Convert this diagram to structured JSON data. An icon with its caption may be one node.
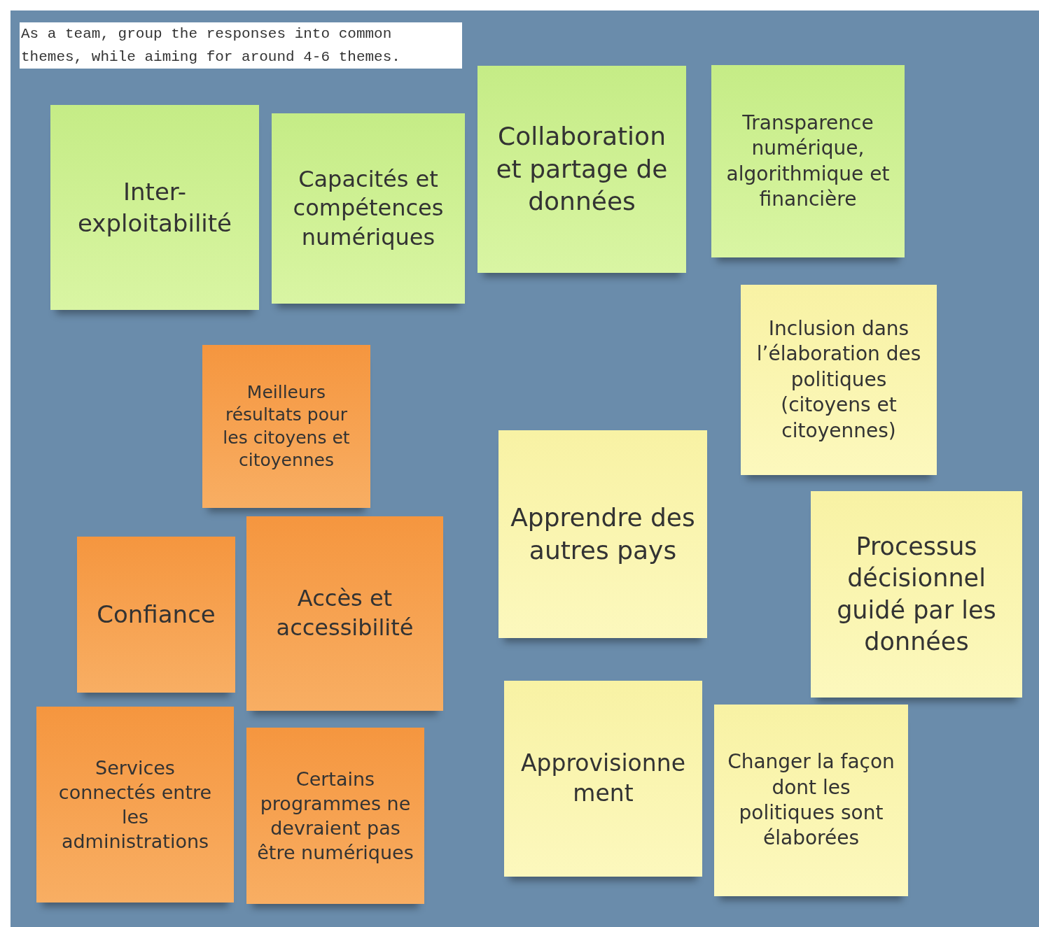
{
  "diagram": {
    "nodes": [
      {
        "text": [
          "As a team, group the responses into common themes, while aiming for around 4-6 themes."
        ]
      },
      {
        "text": [
          "Inter-exploitabilité"
        ]
      },
      {
        "text": [
          "Capacités et compétences numériques"
        ]
      },
      {
        "text": [
          "Collaboration et partage de données"
        ]
      },
      {
        "text": [
          "Transparence numérique, algorithmique et financière"
        ]
      },
      {
        "text": [
          "Inclusion dans l’élaboration des politiques (citoyens et citoyennes)"
        ]
      },
      {
        "text": [
          "Meilleurs résultats pour les citoyens et citoyennes"
        ]
      },
      {
        "text": [
          "Apprendre des autres pays"
        ]
      },
      {
        "text": [
          "Processus décisionnel guidé par les données"
        ]
      },
      {
        "text": [
          "Confiance"
        ]
      },
      {
        "text": [
          "Accès et accessibilité"
        ]
      },
      {
        "text": [
          "Services connectés entre les administrations"
        ]
      },
      {
        "text": [
          "Certains programmes ne devraient pas être numériques"
        ]
      },
      {
        "text": [
          "Approvisionnement"
        ]
      },
      {
        "text": [
          "Changer la façon dont les politiques sont élaborées"
        ]
      }
    ],
    "edges": []
  }
}
